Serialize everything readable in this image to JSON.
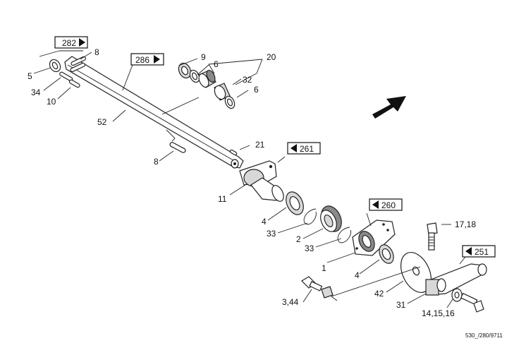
{
  "part_labels": {
    "p5": "5",
    "p34": "34",
    "p10": "10",
    "p8a": "8",
    "p52": "52",
    "p9": "9",
    "p6a": "6",
    "p20": "20",
    "p32": "32",
    "p6b": "6",
    "p21": "21",
    "p8b": "8",
    "p11": "11",
    "p4a": "4",
    "p33a": "33",
    "p2": "2",
    "p33b": "33",
    "p1": "1",
    "p4b": "4",
    "p17_18": "17,18",
    "p3_44": "3,44",
    "p42": "42",
    "p31": "31",
    "p14_15_16": "14,15,16"
  },
  "references": {
    "r282": "282",
    "r286": "286",
    "r261": "261",
    "r260": "260",
    "r251": "251"
  },
  "drawing_code": "530_/280/9711",
  "icons": {
    "direction": "direction-arrow-icon",
    "ref_right": "triangle-right-icon",
    "ref_left": "triangle-left-icon"
  }
}
